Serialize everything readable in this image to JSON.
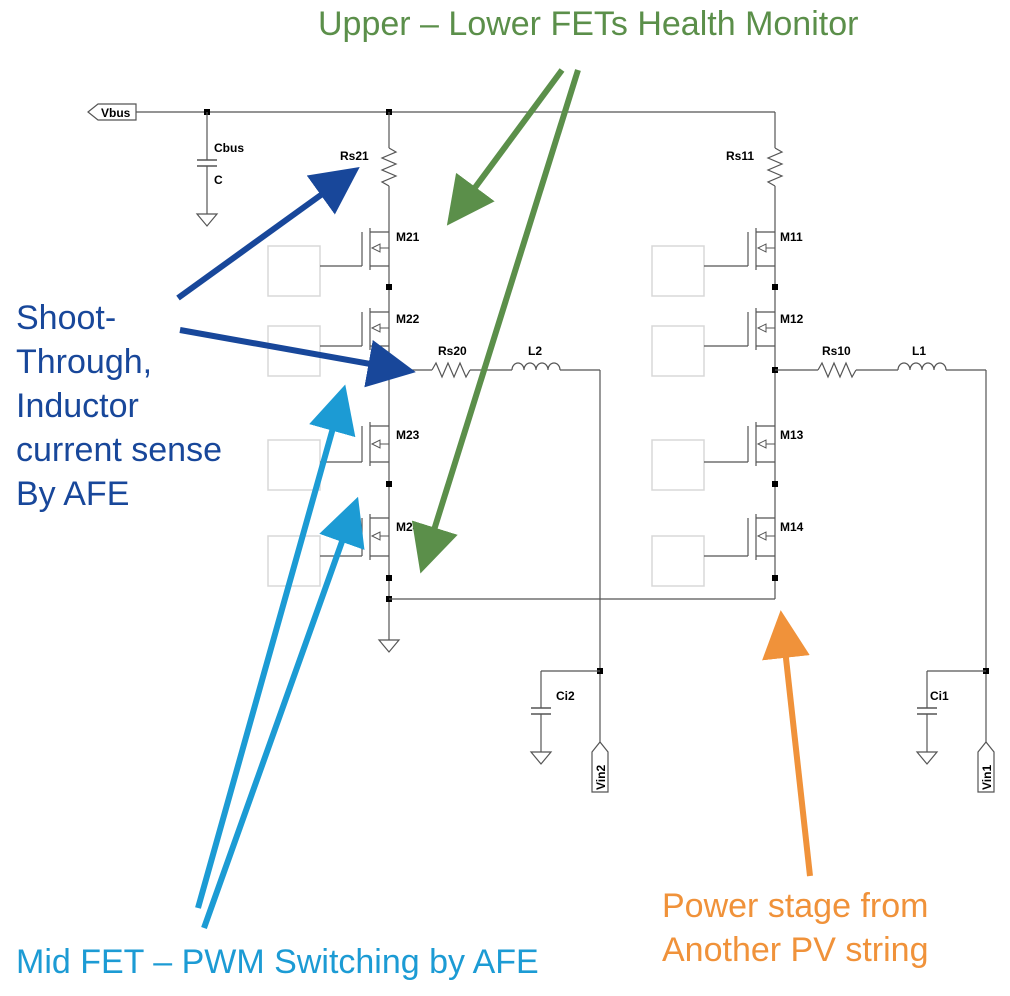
{
  "colors": {
    "wire": "#555555",
    "node": "#000000",
    "driver_box": "#d8d8d8",
    "green": "#5b8f4a",
    "navy": "#18479a",
    "cyan": "#1c9bd4",
    "orange": "#f0923a"
  },
  "annotations": {
    "top": "Upper – Lower FETs Health Monitor",
    "shoot_lines": [
      "Shoot-",
      "Through,",
      "Inductor",
      "current sense",
      "By AFE"
    ],
    "mid": "Mid FET – PWM Switching by AFE",
    "power_lines": [
      "Power stage from",
      "Another PV string"
    ]
  },
  "schematic": {
    "ports": {
      "vbus": "Vbus",
      "vin2": "Vin2",
      "vin1": "Vin1"
    },
    "cap_bus": {
      "name": "Cbus",
      "value": "C"
    },
    "string2": {
      "sense_top": "Rs21",
      "fets": [
        "M21",
        "M22",
        "M23",
        "M24"
      ],
      "sense_out": "Rs20",
      "inductor": "L2",
      "cap_in": "Ci2"
    },
    "string1": {
      "sense_top": "Rs11",
      "fets": [
        "M11",
        "M12",
        "M13",
        "M14"
      ],
      "sense_out": "Rs10",
      "inductor": "L1",
      "cap_in": "Ci1"
    }
  }
}
